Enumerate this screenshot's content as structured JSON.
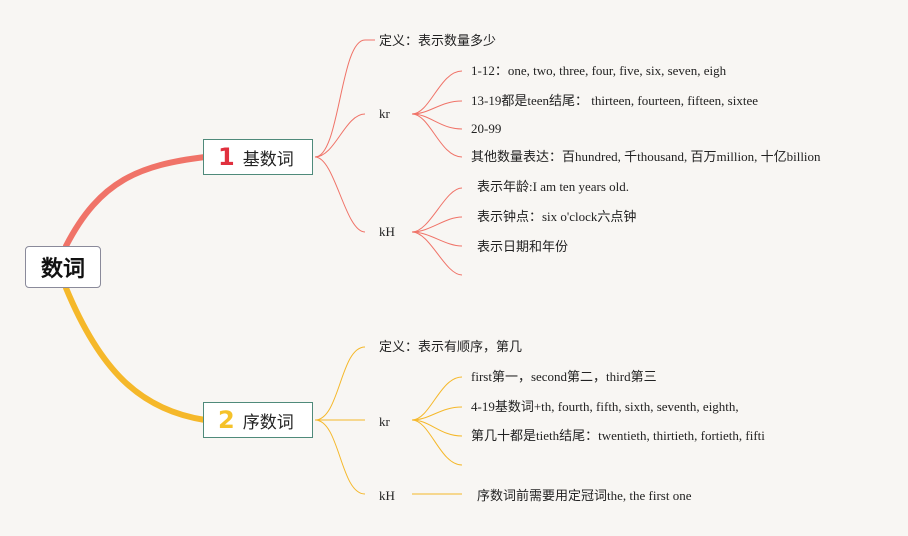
{
  "root": {
    "label": "数词"
  },
  "colors": {
    "branch1": "#f07368",
    "branch2": "#f5b82a",
    "box_border": "#4f8a7a"
  },
  "branch1": {
    "number": "1",
    "label": "基数词",
    "definition": "定义：表示数量多少",
    "kr": {
      "label": "kr",
      "items": [
        "1-12：one, two, three, four, five, six, seven, eigh",
        "13-19都是teen结尾： thirteen, fourteen, fifteen, sixtee",
        "20-99",
        "其他数量表达：百hundred, 千thousand, 百万million, 十亿billion"
      ]
    },
    "kh": {
      "label": "kH",
      "items": [
        "表示年龄:I am ten years old.",
        "表示钟点：six o'clock六点钟",
        "表示日期和年份"
      ]
    }
  },
  "branch2": {
    "number": "2",
    "label": "序数词",
    "definition": "定义：表示有顺序，第几",
    "kr": {
      "label": "kr",
      "items": [
        "first第一，second第二，third第三",
        "4-19基数词+th, fourth, fifth, sixth, seventh, eighth,",
        "第几十都是tieth结尾：twentieth, thirtieth, fortieth, fifti"
      ]
    },
    "kh": {
      "label": "kH",
      "items": [
        "序数词前需要用定冠词the, the first one"
      ]
    }
  }
}
